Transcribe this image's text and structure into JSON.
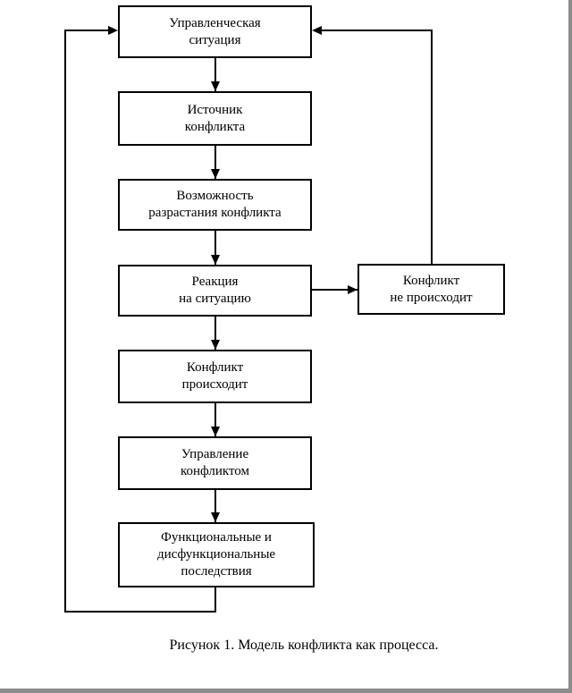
{
  "diagram": {
    "caption": "Рисунок 1. Модель конфликта как процесса.",
    "nodes": [
      {
        "id": "management-situation",
        "label": "Управленческая\nситуация"
      },
      {
        "id": "conflict-source",
        "label": "Источник\nконфликта"
      },
      {
        "id": "conflict-escalation-possibility",
        "label": "Возможность\nразрастания конфликта"
      },
      {
        "id": "reaction-to-situation",
        "label": "Реакция\nна ситуацию"
      },
      {
        "id": "conflict-does-not-occur",
        "label": "Конфликт\nне происходит"
      },
      {
        "id": "conflict-occurs",
        "label": "Конфликт\nпроисходит"
      },
      {
        "id": "conflict-management",
        "label": "Управление\nконфликтом"
      },
      {
        "id": "functional-dysfunctional-consequences",
        "label": "Функциональные и\nдисфункциональные\nпоследствия"
      }
    ],
    "edges": [
      {
        "from": "management-situation",
        "to": "conflict-source"
      },
      {
        "from": "conflict-source",
        "to": "conflict-escalation-possibility"
      },
      {
        "from": "conflict-escalation-possibility",
        "to": "reaction-to-situation"
      },
      {
        "from": "reaction-to-situation",
        "to": "conflict-does-not-occur"
      },
      {
        "from": "conflict-does-not-occur",
        "to": "management-situation"
      },
      {
        "from": "reaction-to-situation",
        "to": "conflict-occurs"
      },
      {
        "from": "conflict-occurs",
        "to": "conflict-management"
      },
      {
        "from": "conflict-management",
        "to": "functional-dysfunctional-consequences"
      },
      {
        "from": "functional-dysfunctional-consequences",
        "to": "management-situation"
      }
    ],
    "colors": {
      "line": "#000000",
      "page_edge": "#8c8c8c",
      "background": "#ffffff"
    }
  }
}
